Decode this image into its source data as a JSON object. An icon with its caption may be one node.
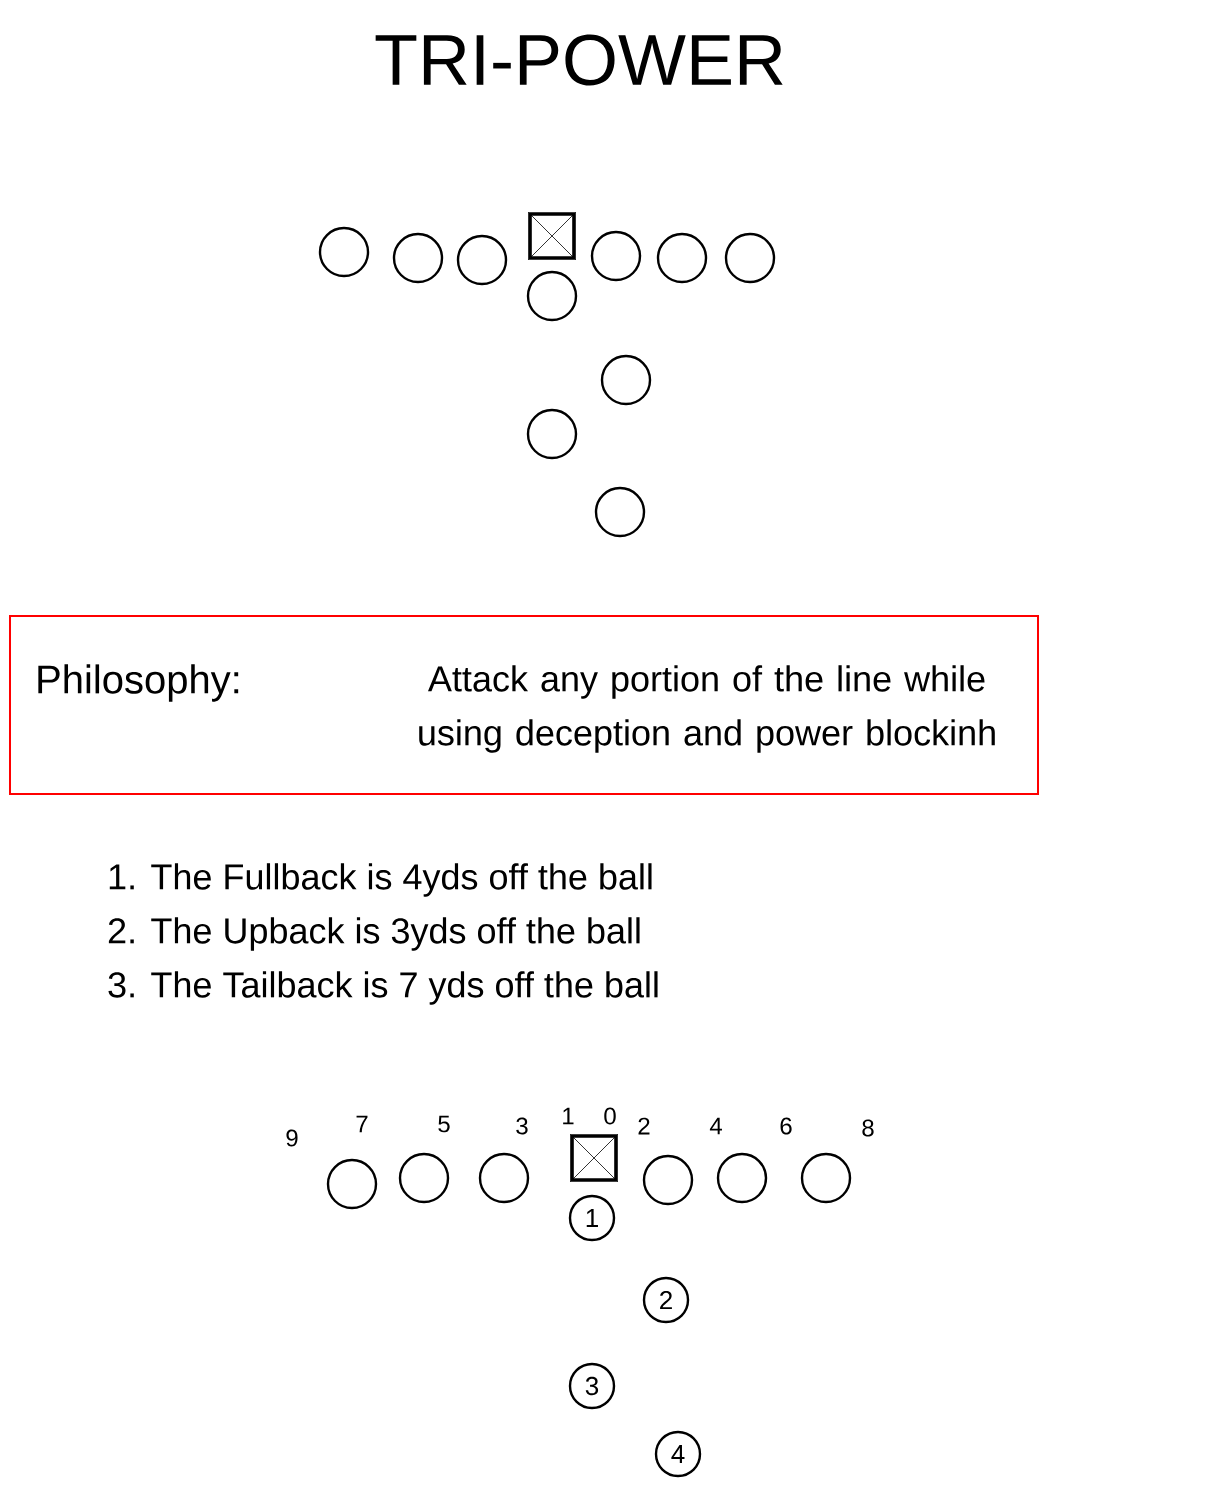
{
  "diagram": {
    "title": "TRI-POWER",
    "nodes": [
      {
        "text": [],
        "shape": "circle"
      },
      {
        "text": [],
        "shape": "circle"
      },
      {
        "text": [],
        "shape": "circle"
      },
      {
        "text": [],
        "shape": "box"
      },
      {
        "text": [],
        "shape": "circle"
      },
      {
        "text": [],
        "shape": "circle"
      },
      {
        "text": [],
        "shape": "circle"
      },
      {
        "text": [],
        "shape": "circle"
      },
      {
        "text": [],
        "shape": "circle"
      },
      {
        "text": [],
        "shape": "circle"
      },
      {
        "text": [],
        "shape": "circle"
      },
      {
        "text": [
          "Philosophy:",
          "Attack any portion of the line while using deception and power blockinh"
        ]
      },
      {
        "text": [],
        "shape": "circle"
      },
      {
        "text": [],
        "shape": "circle"
      },
      {
        "text": [],
        "shape": "circle"
      },
      {
        "text": [],
        "shape": "box"
      },
      {
        "text": [],
        "shape": "circle"
      },
      {
        "text": [],
        "shape": "circle"
      },
      {
        "text": [],
        "shape": "circle"
      },
      {
        "text": [
          "1"
        ]
      },
      {
        "text": [
          "2"
        ]
      },
      {
        "text": [
          "3"
        ]
      },
      {
        "text": [
          "4"
        ]
      }
    ],
    "edges": [],
    "labels": [
      "1. The Fullback is 4yds off the ball",
      "2. The Upback is 3yds off the ball",
      "3. The Tailback is 7 yds off the ball",
      "9",
      "7",
      "5",
      "3",
      "1",
      "0",
      "2",
      "4",
      "6",
      "8"
    ]
  }
}
